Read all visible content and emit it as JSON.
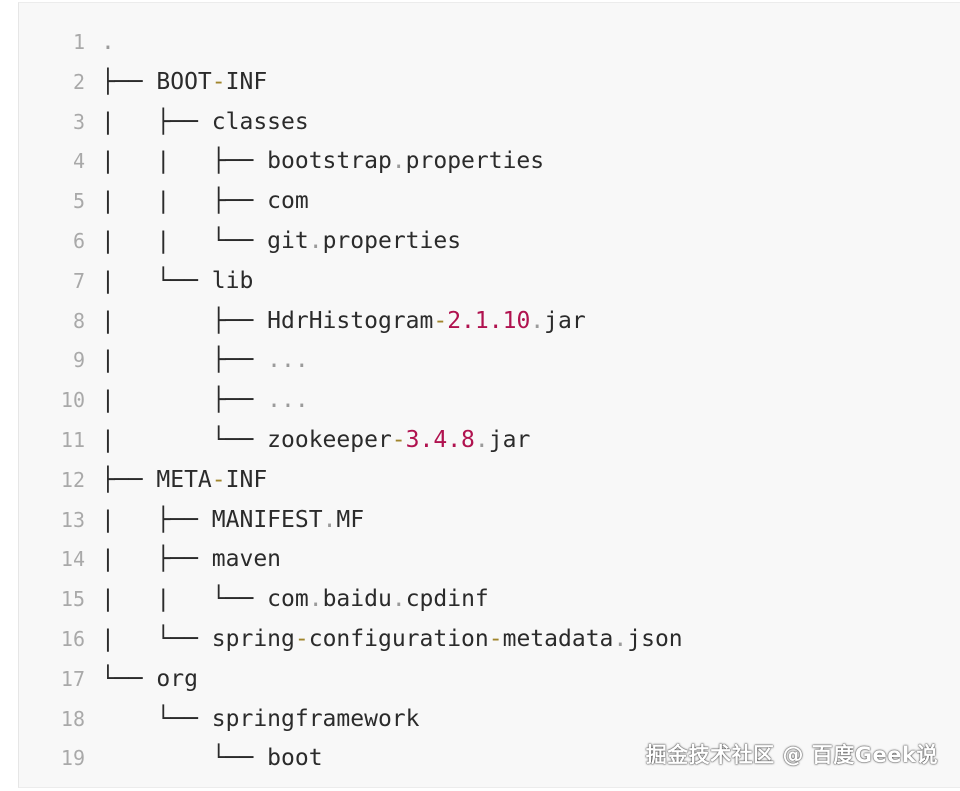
{
  "code_block": {
    "lines": [
      {
        "num": "1",
        "segments": [
          {
            "t": ".",
            "c": "p"
          }
        ]
      },
      {
        "num": "2",
        "segments": [
          {
            "t": "├── BOOT",
            "c": ""
          },
          {
            "t": "-",
            "c": "op"
          },
          {
            "t": "INF",
            "c": ""
          }
        ]
      },
      {
        "num": "3",
        "segments": [
          {
            "t": "|   ├── classes",
            "c": ""
          }
        ]
      },
      {
        "num": "4",
        "segments": [
          {
            "t": "|   |   ├── bootstrap",
            "c": ""
          },
          {
            "t": ".",
            "c": "p"
          },
          {
            "t": "properties",
            "c": ""
          }
        ]
      },
      {
        "num": "5",
        "segments": [
          {
            "t": "|   |   ├── com",
            "c": ""
          }
        ]
      },
      {
        "num": "6",
        "segments": [
          {
            "t": "|   |   └── git",
            "c": ""
          },
          {
            "t": ".",
            "c": "p"
          },
          {
            "t": "properties",
            "c": ""
          }
        ]
      },
      {
        "num": "7",
        "segments": [
          {
            "t": "|   └── lib",
            "c": ""
          }
        ]
      },
      {
        "num": "8",
        "segments": [
          {
            "t": "|       ├── HdrHistogram",
            "c": ""
          },
          {
            "t": "-",
            "c": "op"
          },
          {
            "t": "2.1.10",
            "c": "n"
          },
          {
            "t": ".",
            "c": "p"
          },
          {
            "t": "jar",
            "c": ""
          }
        ]
      },
      {
        "num": "9",
        "segments": [
          {
            "t": "|       ├── ",
            "c": ""
          },
          {
            "t": "...",
            "c": "p"
          }
        ]
      },
      {
        "num": "10",
        "segments": [
          {
            "t": "|       ├── ",
            "c": ""
          },
          {
            "t": "...",
            "c": "p"
          }
        ]
      },
      {
        "num": "11",
        "segments": [
          {
            "t": "|       └── zookeeper",
            "c": ""
          },
          {
            "t": "-",
            "c": "op"
          },
          {
            "t": "3.4.8",
            "c": "n"
          },
          {
            "t": ".",
            "c": "p"
          },
          {
            "t": "jar",
            "c": ""
          }
        ]
      },
      {
        "num": "12",
        "segments": [
          {
            "t": "├── META",
            "c": ""
          },
          {
            "t": "-",
            "c": "op"
          },
          {
            "t": "INF",
            "c": ""
          }
        ]
      },
      {
        "num": "13",
        "segments": [
          {
            "t": "|   ├── MANIFEST",
            "c": ""
          },
          {
            "t": ".",
            "c": "p"
          },
          {
            "t": "MF",
            "c": ""
          }
        ]
      },
      {
        "num": "14",
        "segments": [
          {
            "t": "|   ├── maven",
            "c": ""
          }
        ]
      },
      {
        "num": "15",
        "segments": [
          {
            "t": "|   |   └── com",
            "c": ""
          },
          {
            "t": ".",
            "c": "p"
          },
          {
            "t": "baidu",
            "c": ""
          },
          {
            "t": ".",
            "c": "p"
          },
          {
            "t": "cpdinf",
            "c": ""
          }
        ]
      },
      {
        "num": "16",
        "segments": [
          {
            "t": "|   └── spring",
            "c": ""
          },
          {
            "t": "-",
            "c": "op"
          },
          {
            "t": "configuration",
            "c": ""
          },
          {
            "t": "-",
            "c": "op"
          },
          {
            "t": "metadata",
            "c": ""
          },
          {
            "t": ".",
            "c": "p"
          },
          {
            "t": "json",
            "c": ""
          }
        ]
      },
      {
        "num": "17",
        "segments": [
          {
            "t": "└── org",
            "c": ""
          }
        ]
      },
      {
        "num": "18",
        "segments": [
          {
            "t": "    └── springframework",
            "c": ""
          }
        ]
      },
      {
        "num": "19",
        "segments": [
          {
            "t": "        └── boot",
            "c": ""
          }
        ]
      }
    ]
  },
  "watermark": {
    "text": "掘金技术社区 @ 百度Geek说"
  },
  "colors": {
    "background": "#f8f8f8",
    "text": "#2b2b2b",
    "line_number": "#a9a9a9",
    "punctuation": "#9b9b9b",
    "number": "#b0124f",
    "operator": "#a0852c"
  }
}
